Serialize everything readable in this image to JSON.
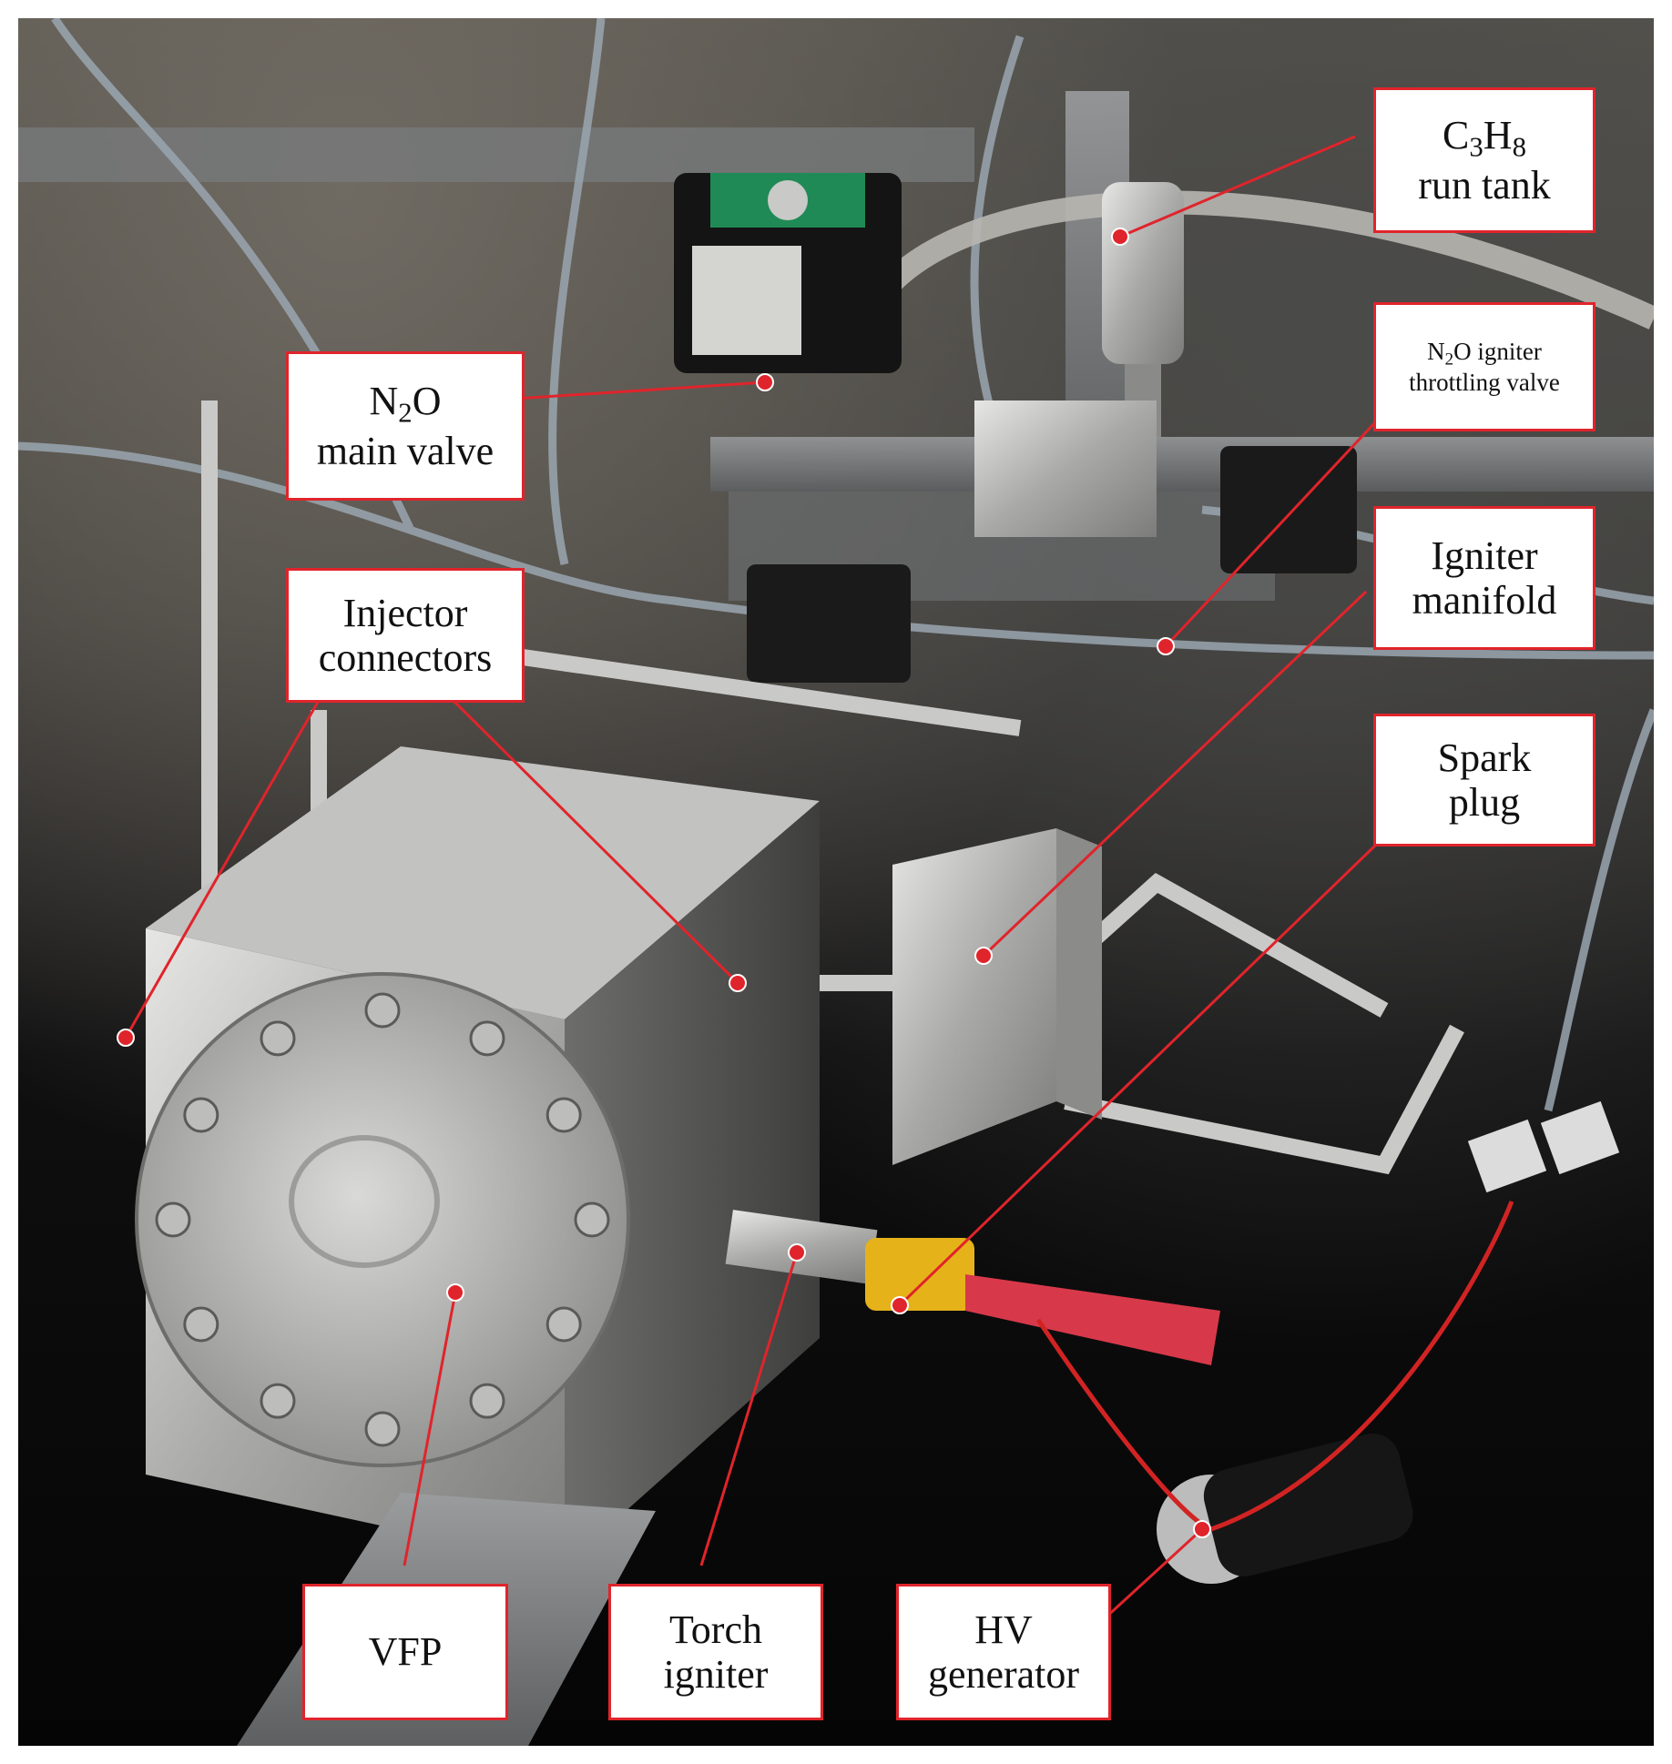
{
  "colors": {
    "callout_border": "#e0242b",
    "callout_line": "#e0242b",
    "callout_dot": "#e0242b"
  },
  "labels": {
    "c3h8_run_tank": {
      "line1_base_c": "C",
      "line1_sub_3": "3",
      "line1_base_h": "H",
      "line1_sub_8": "8",
      "line2": "run tank"
    },
    "n2o_main_valve": {
      "line1_base_n": "N",
      "line1_sub_2": "2",
      "line1_base_o": "O",
      "line2": "main valve"
    },
    "n2o_igniter_throttling_valve": {
      "line1_base_n": "N",
      "line1_sub_2": "2",
      "line1_rest": "O igniter",
      "line2": "throttling valve"
    },
    "igniter_manifold": {
      "line1": "Igniter",
      "line2": "manifold"
    },
    "injector_connectors": {
      "line1": "Injector",
      "line2": "connectors"
    },
    "spark_plug": {
      "line1": "Spark",
      "line2": "plug"
    },
    "vfp": {
      "line1": "VFP"
    },
    "torch_igniter": {
      "line1": "Torch",
      "line2": "igniter"
    },
    "hv_generator": {
      "line1": "HV",
      "line2": "generator"
    }
  }
}
